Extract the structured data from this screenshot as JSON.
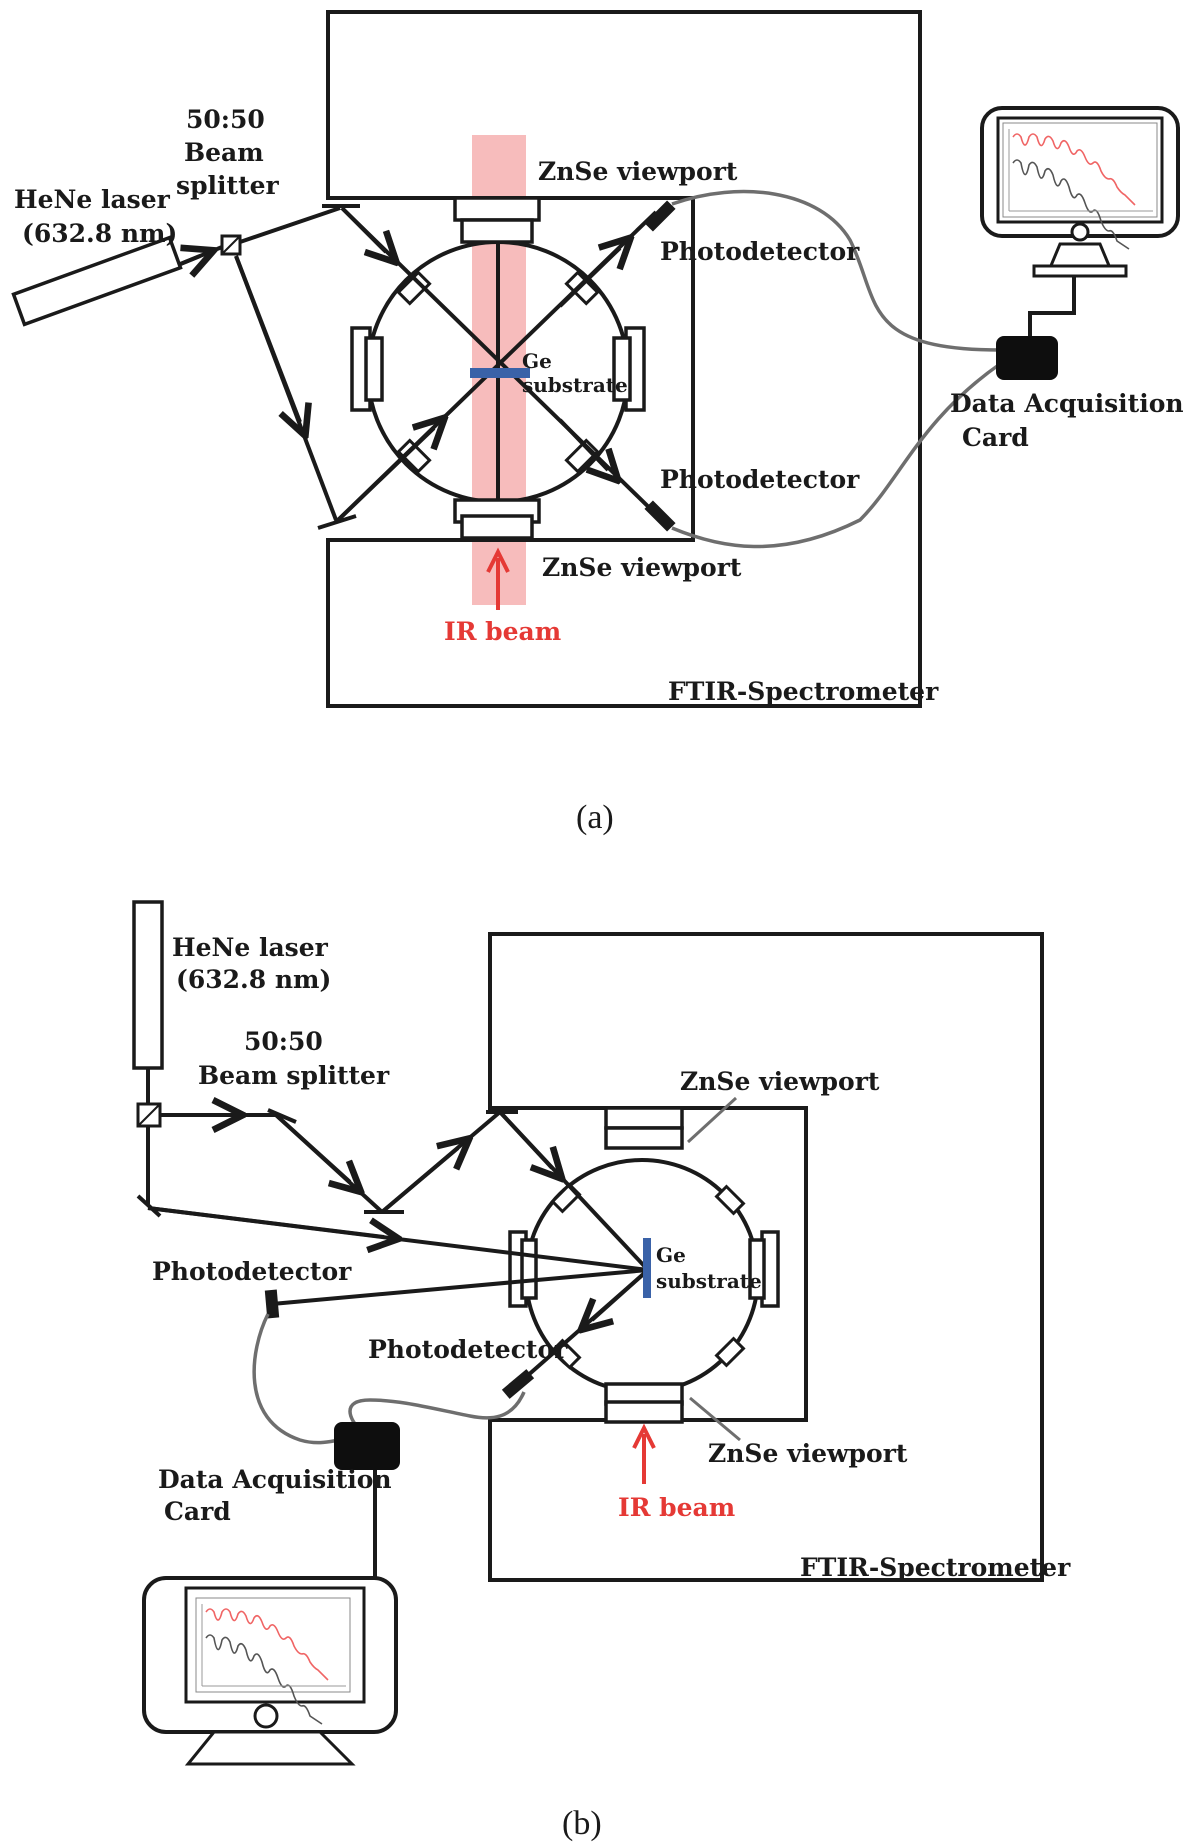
{
  "panel_a": {
    "caption": "(a)",
    "labels": {
      "laser_line1": "HeNe laser",
      "laser_line2": "(632.8 nm)",
      "splitter_line1": "50:50",
      "splitter_line2": "Beam",
      "splitter_line3": "splitter",
      "viewport_top": "ZnSe viewport",
      "viewport_bottom": "ZnSe viewport",
      "photodetector_top": "Photodetector",
      "photodetector_bottom": "Photodetector",
      "substrate_line1": "Ge",
      "substrate_line2": "substrate",
      "daq_line1": "Data Acquisition",
      "daq_line2": "Card",
      "ir_beam": "IR beam",
      "ftir": "FTIR-Spectrometer"
    }
  },
  "panel_b": {
    "caption": "(b)",
    "labels": {
      "laser_line1": "HeNe laser",
      "laser_line2": "(632.8 nm)",
      "splitter_line1": "50:50",
      "splitter_line2": "Beam splitter",
      "viewport_top": "ZnSe viewport",
      "viewport_bottom": "ZnSe viewport",
      "photodetector_left": "Photodetector",
      "photodetector_bottom": "Photodetector",
      "substrate_line1": "Ge",
      "substrate_line2": "substrate",
      "daq_line1": "Data Acquisition",
      "daq_line2": "Card",
      "ir_beam": "IR beam",
      "ftir": "FTIR-Spectrometer"
    }
  },
  "colors": {
    "ir_beam": "#f4a6a6",
    "ir_text": "#e53935",
    "substrate": "#3a62a8",
    "cable": "#6e6e6e",
    "plot_red": "#f06565",
    "plot_gray": "#555555"
  },
  "icons": [
    "monitor-icon",
    "data-acquisition-card-icon",
    "photodetector-icon",
    "mirror-icon",
    "beam-splitter-icon",
    "laser-icon"
  ]
}
